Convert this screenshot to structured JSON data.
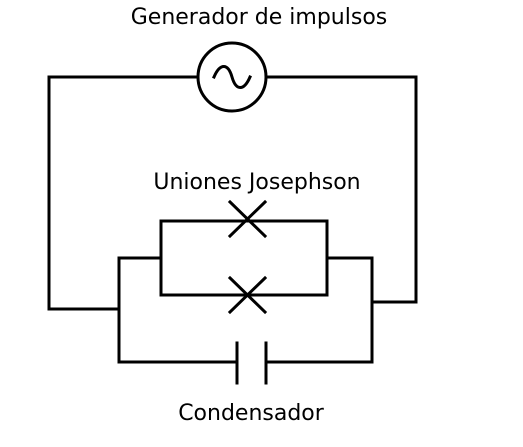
{
  "diagram": {
    "labels": {
      "generator": "Generador de impulsos",
      "junctions": "Uniones Josephson",
      "capacitor": "Condensador"
    },
    "components": {
      "generator": {
        "symbol": "ac-source-icon"
      },
      "junction_top": {
        "symbol": "josephson-junction-icon"
      },
      "junction_bottom": {
        "symbol": "josephson-junction-icon"
      },
      "capacitor": {
        "symbol": "capacitor-icon"
      }
    },
    "colors": {
      "line": "#000000",
      "background": "#ffffff"
    }
  }
}
